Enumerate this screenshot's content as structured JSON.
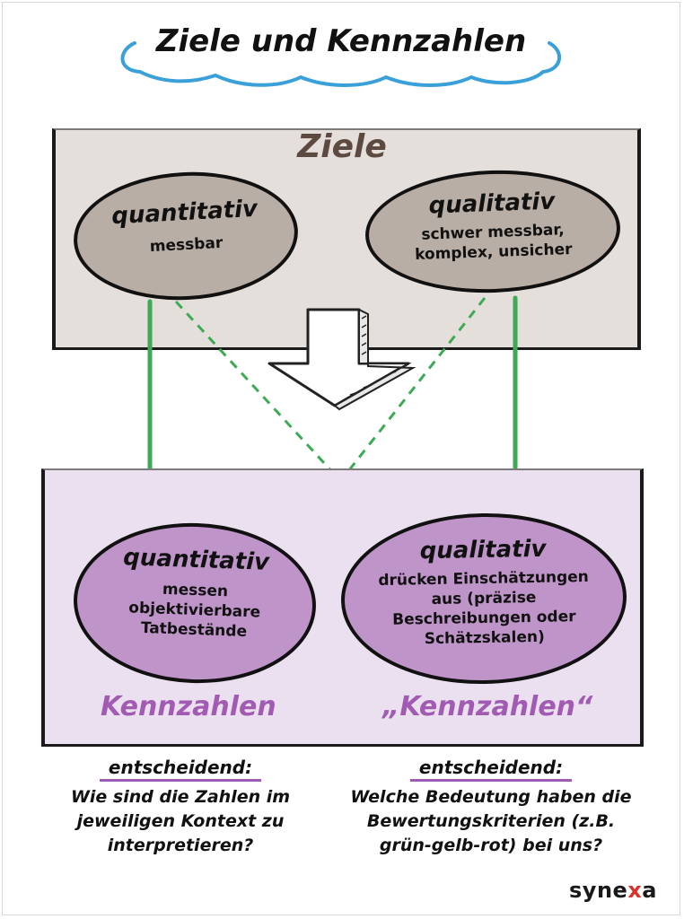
{
  "title": "Ziele und Kennzahlen",
  "top_panel": {
    "heading": "Ziele",
    "left": {
      "title": "quantitativ",
      "lines": [
        "messbar"
      ]
    },
    "right": {
      "title": "qualitativ",
      "lines": [
        "schwer messbar,",
        "komplex, unsicher"
      ]
    }
  },
  "bottom_panel": {
    "left": {
      "title": "quantitativ",
      "lines": [
        "messen",
        "objektivierbare",
        "Tatbestände"
      ],
      "label": "Kennzahlen"
    },
    "right": {
      "title": "qualitativ",
      "lines": [
        "drücken Einschätzungen",
        "aus (präzise",
        "Beschreibungen oder",
        "Schätzskalen)"
      ],
      "label": "„Kennzahlen“"
    }
  },
  "notes": {
    "left": {
      "head": "entscheidend:",
      "lines": [
        "Wie sind die Zahlen im",
        "jeweiligen Kontext zu",
        "interpretieren?"
      ]
    },
    "right": {
      "head": "entscheidend:",
      "lines": [
        "Welche Bedeutung haben die",
        "Bewertungskriterien (z.B.",
        "grün-gelb-rot) bei uns?"
      ]
    }
  },
  "brand": {
    "prefix": "syne",
    "accent": "x",
    "suffix": "a"
  },
  "colors": {
    "cloud": "#3aa0da",
    "ziele_panel": "#e4dfdb",
    "ziele_ellipse": "#b9aea6",
    "kennzahlen_panel": "#ebe0ef",
    "kennzahlen_ellipse": "#bf95c9",
    "kennzahlen_label": "#a25bb2",
    "arrow_green": "#3daa55",
    "brand_accent": "#d9342b"
  }
}
